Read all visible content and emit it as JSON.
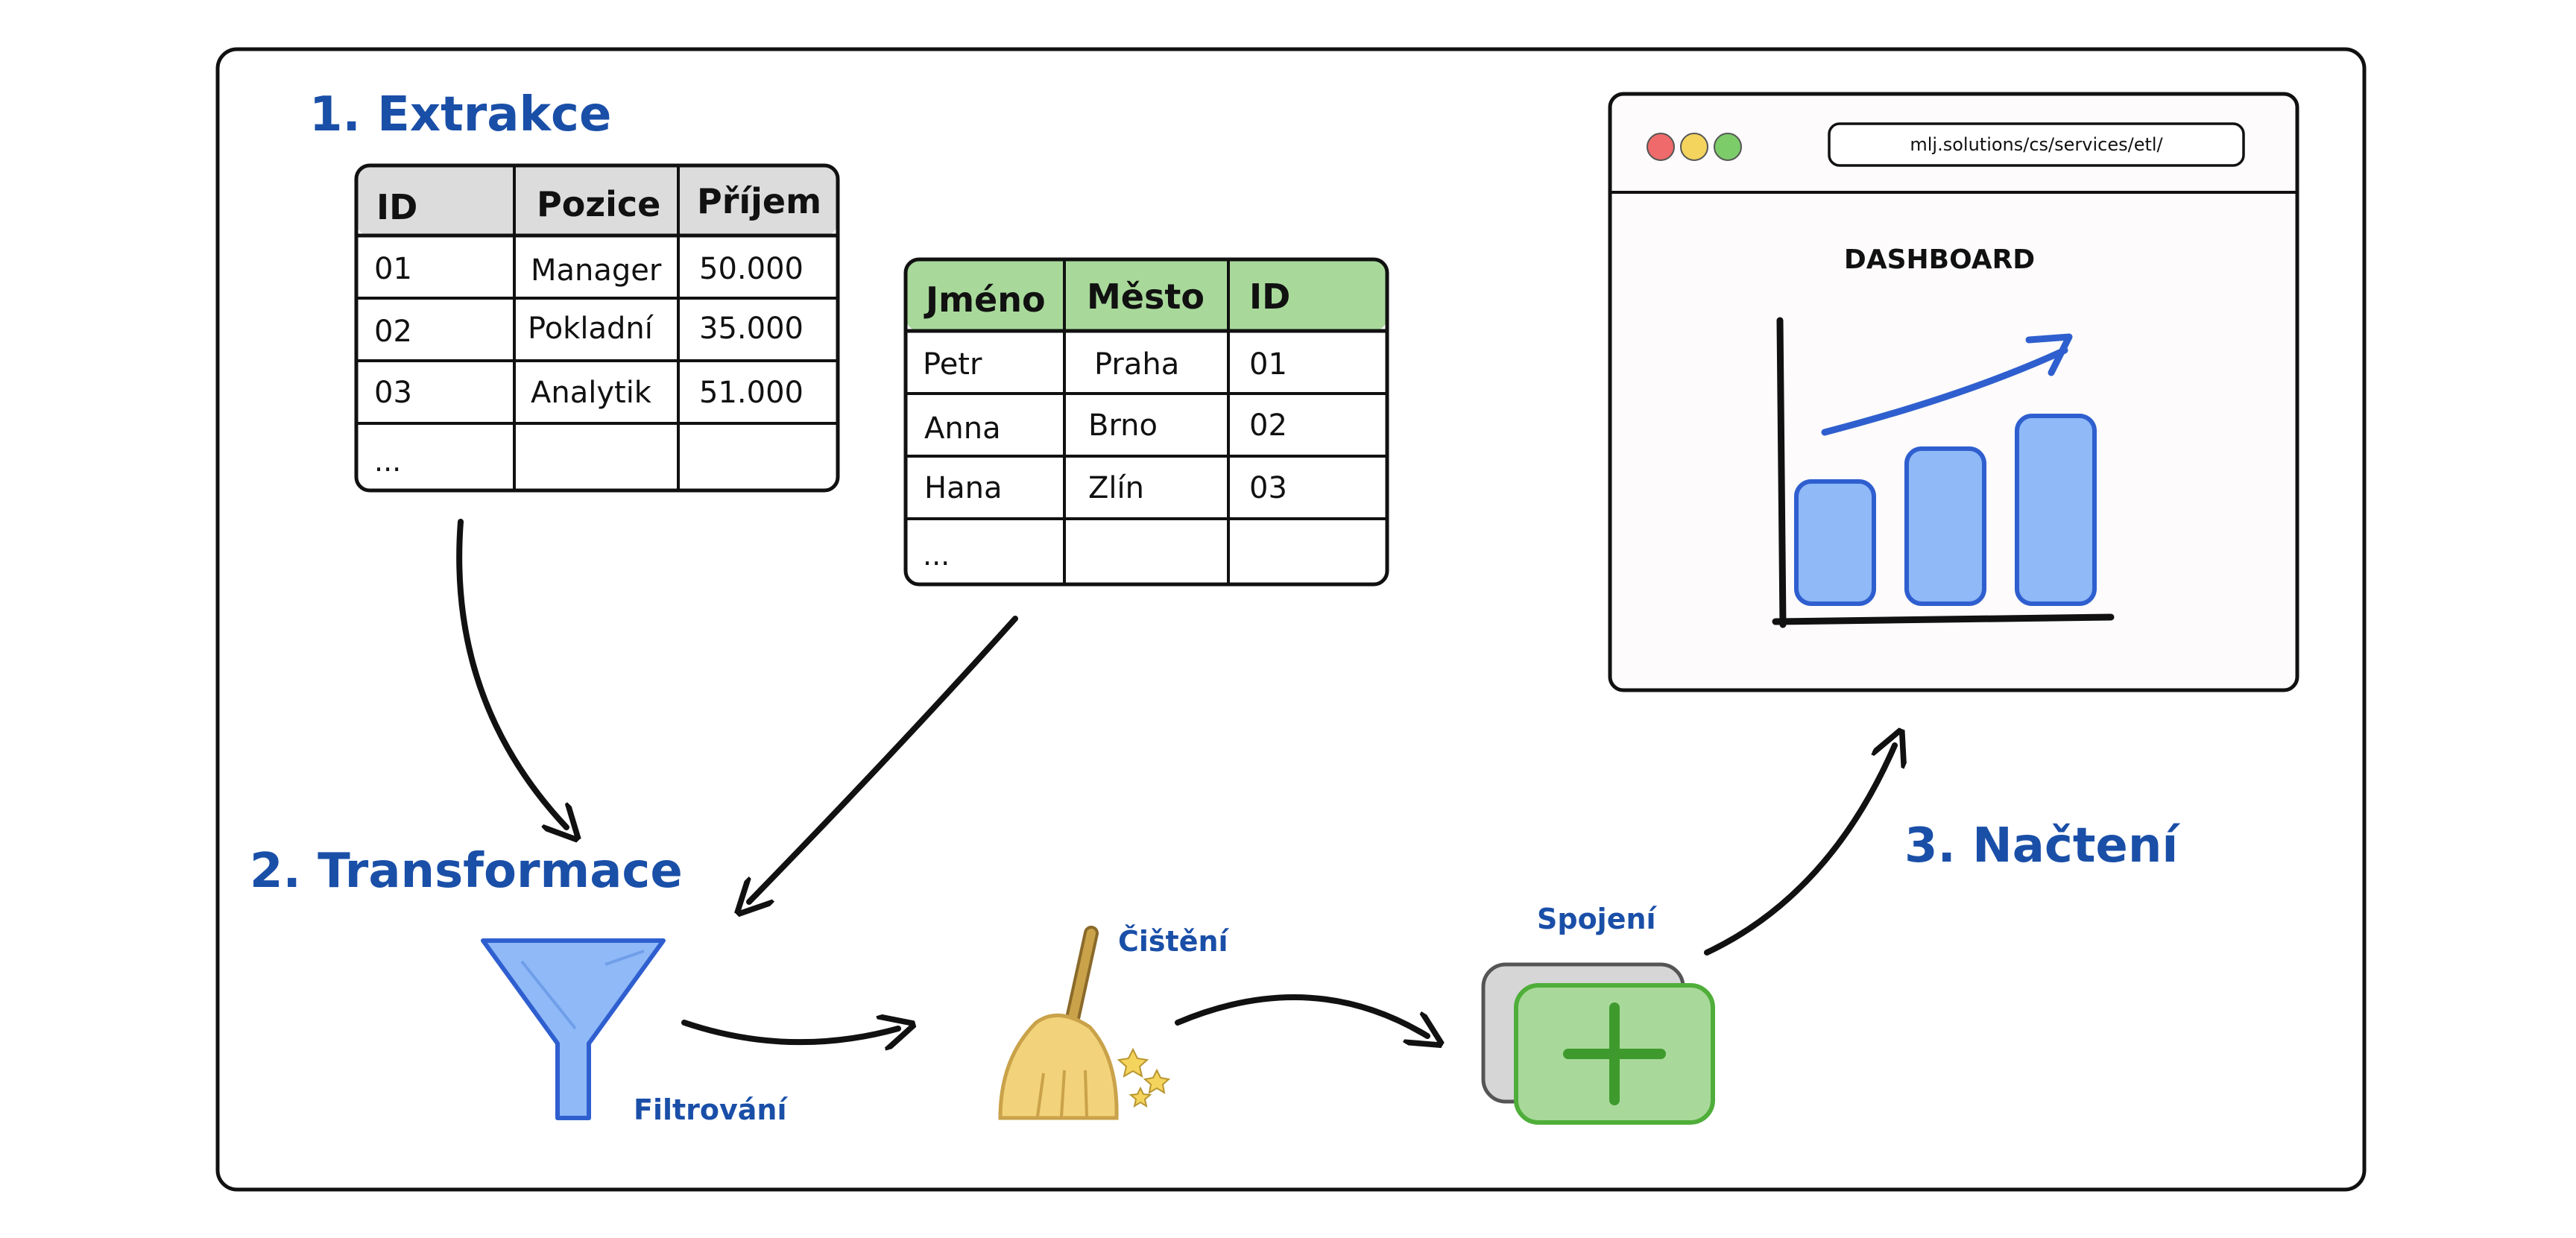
{
  "steps": {
    "extract": "1. Extrakce",
    "transform": "2. Transformace",
    "load": "3. Načtení"
  },
  "table_positions": {
    "headers": [
      "ID",
      "Pozice",
      "Příjem"
    ],
    "rows": [
      [
        "01",
        "Manager",
        "50.000"
      ],
      [
        "02",
        "Pokladní",
        "35.000"
      ],
      [
        "03",
        "Analytik",
        "51.000"
      ],
      [
        "...",
        "",
        ""
      ]
    ],
    "header_color": "#dcdcdc"
  },
  "table_people": {
    "headers": [
      "Jméno",
      "Město",
      "ID"
    ],
    "rows": [
      [
        "Petr",
        "Praha",
        "01"
      ],
      [
        "Anna",
        "Brno",
        "02"
      ],
      [
        "Hana",
        "Zlín",
        "03"
      ],
      [
        "...",
        "",
        ""
      ]
    ],
    "header_color": "#a8d99a"
  },
  "transform_steps": {
    "filter": "Filtrování",
    "clean": "Čištění",
    "join": "Spojení"
  },
  "browser": {
    "url": "mlj.solutions/cs/services/etl/",
    "title": "DASHBOARD",
    "dots": [
      "#ef6a6a",
      "#f5d45e",
      "#7ccc6a"
    ]
  },
  "colors": {
    "accent": "#1a4fa8",
    "bar_fill": "#8fb9f7",
    "bar_stroke": "#2f5fcf",
    "funnel": "#8fb9f7",
    "broom": "#f2d27a",
    "join_green": "#a8d99a",
    "join_gray": "#d6d6d6"
  },
  "icons": [
    "funnel-icon",
    "broom-icon",
    "sparkle-icon",
    "plus-icon",
    "trend-arrow-icon"
  ]
}
